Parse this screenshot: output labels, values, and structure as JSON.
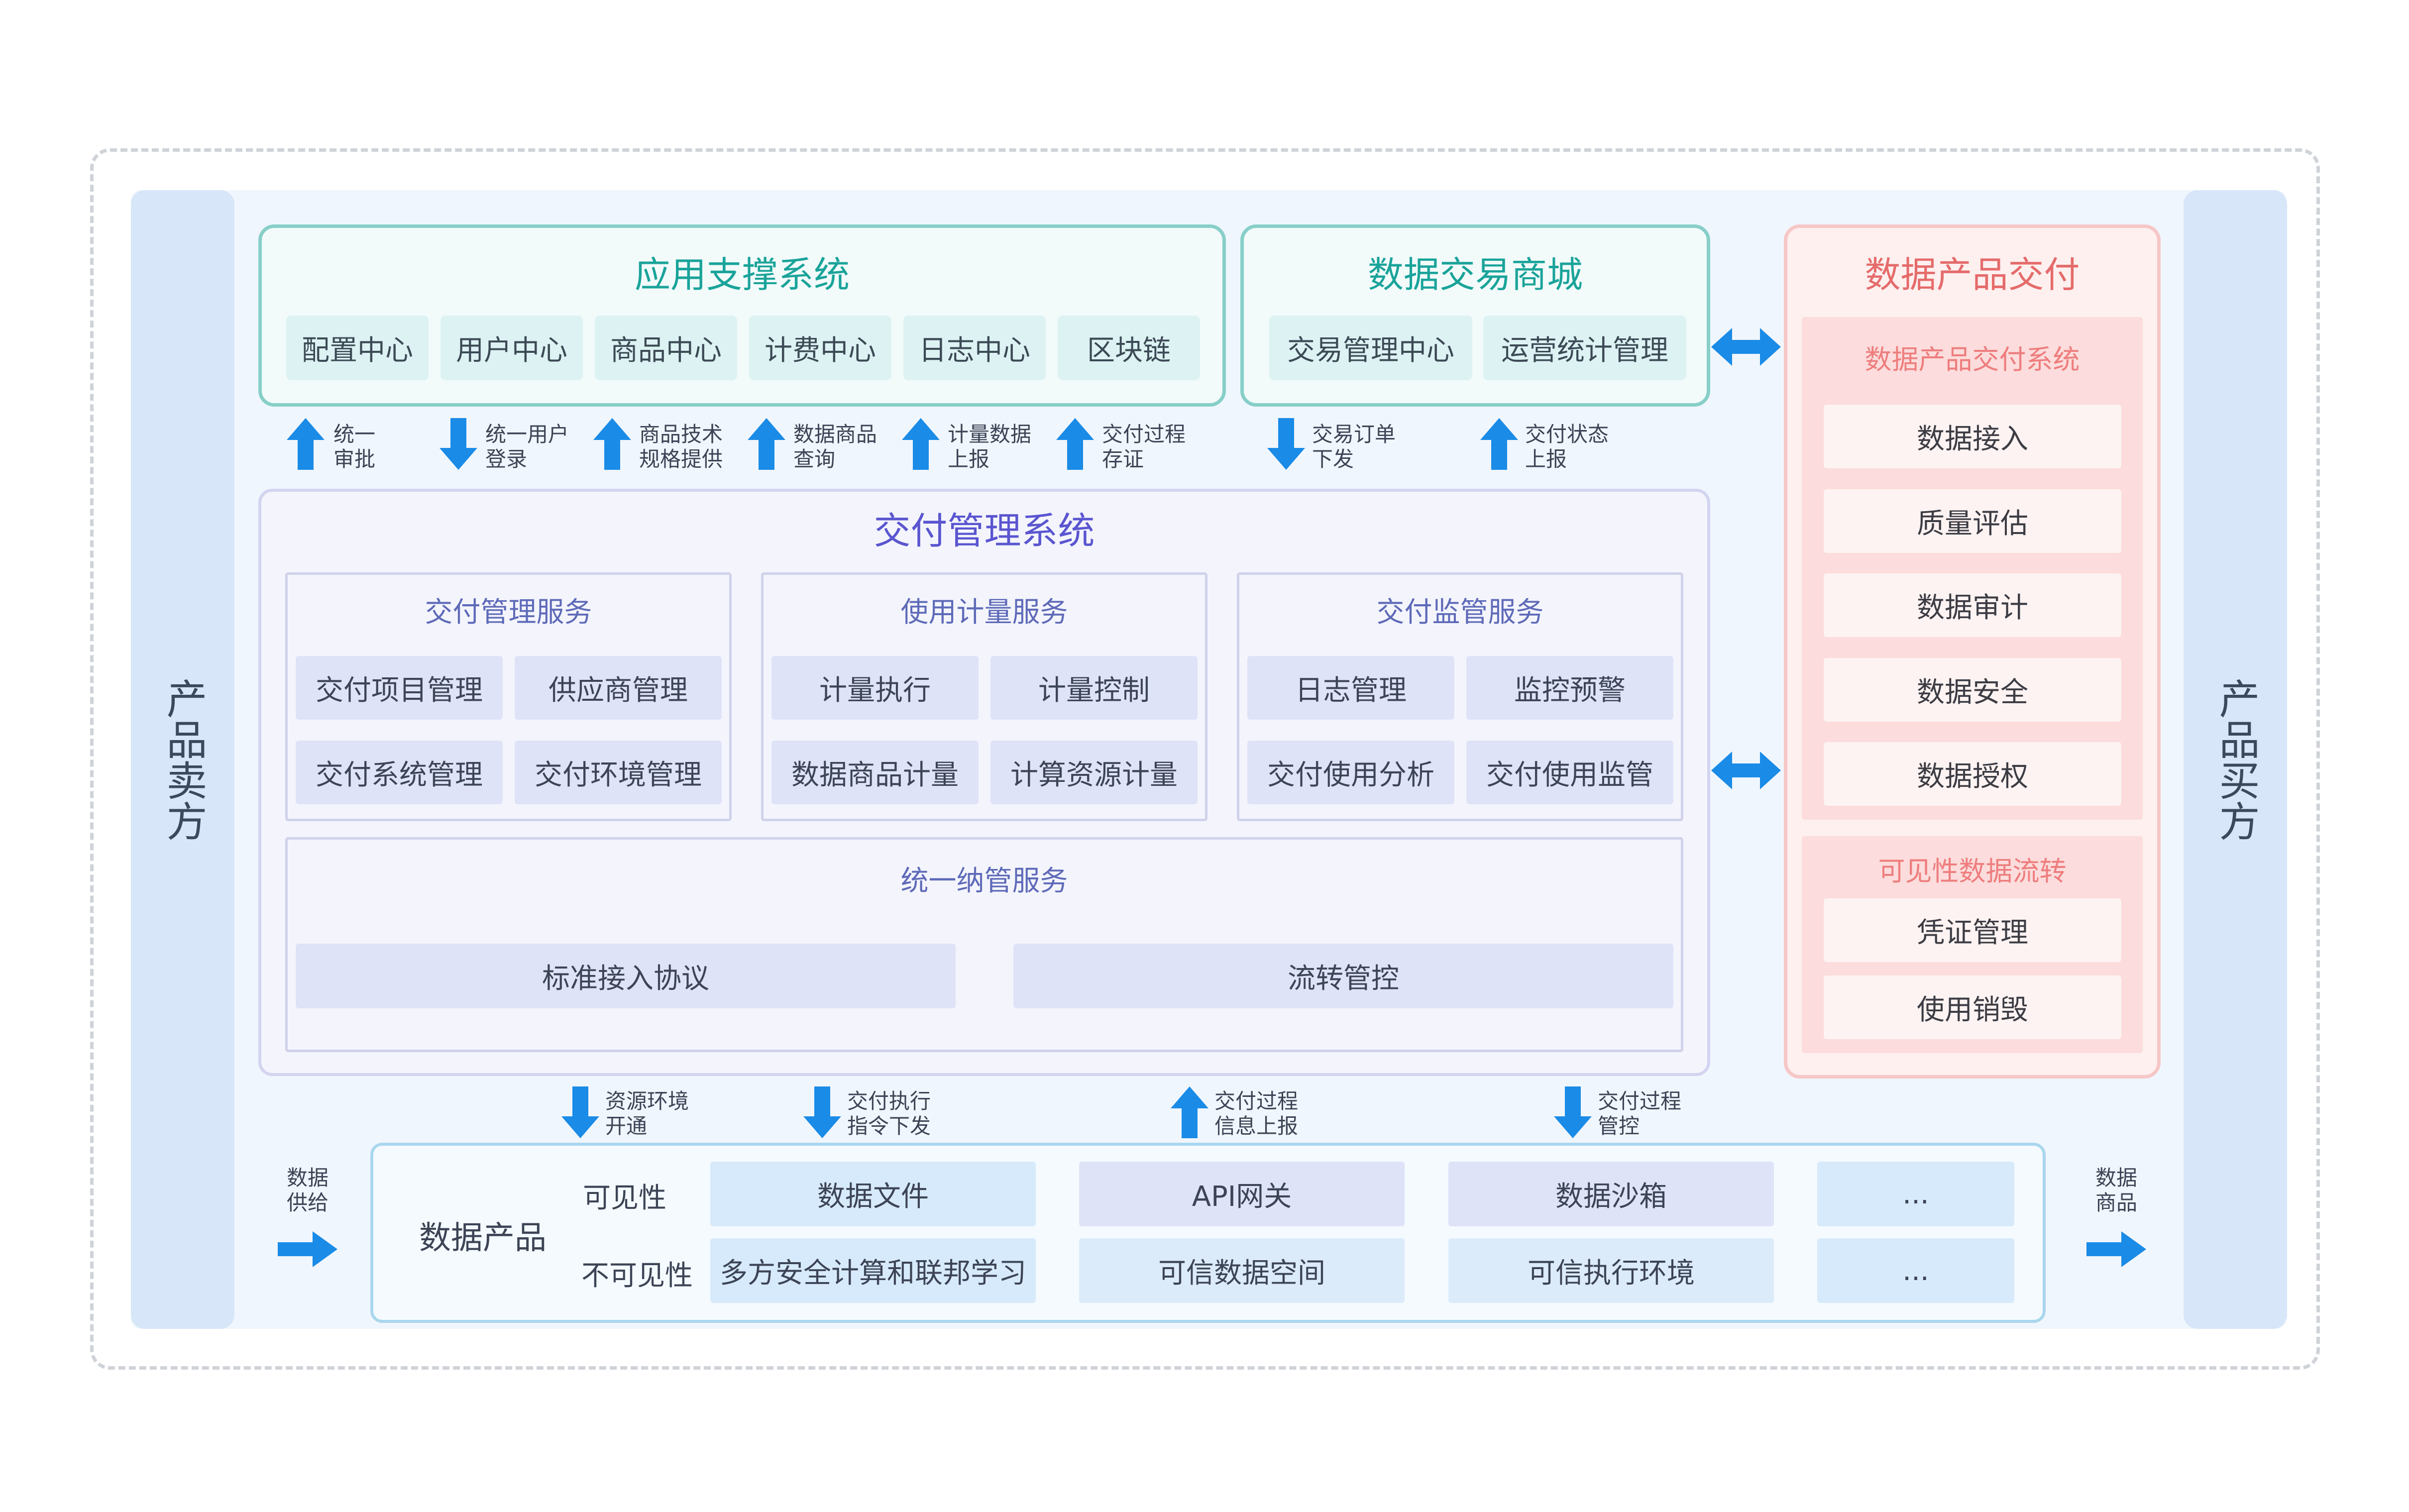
{
  "colors": {
    "arrow": "#1a8be6",
    "green": "#1aa39a",
    "purple": "#5a55d0",
    "pink": "#e56b6b"
  },
  "seller": {
    "label": "产品卖方"
  },
  "buyer": {
    "label": "产品买方"
  },
  "app_support": {
    "title": "应用支撑系统",
    "items": [
      "配置中心",
      "用户中心",
      "商品中心",
      "计费中心",
      "日志中心",
      "区块链"
    ]
  },
  "data_mall": {
    "title": "数据交易商城",
    "items": [
      "交易管理中心",
      "运营统计管理"
    ]
  },
  "top_arrows": [
    {
      "dir": "up",
      "line1": "统一",
      "line2": "审批"
    },
    {
      "dir": "down",
      "line1": "统一用户",
      "line2": "登录"
    },
    {
      "dir": "up",
      "line1": "商品技术",
      "line2": "规格提供"
    },
    {
      "dir": "up",
      "line1": "数据商品",
      "line2": "查询"
    },
    {
      "dir": "up",
      "line1": "计量数据",
      "line2": "上报"
    },
    {
      "dir": "up",
      "line1": "交付过程",
      "line2": "存证"
    },
    {
      "dir": "down",
      "line1": "交易订单",
      "line2": "下发"
    },
    {
      "dir": "up",
      "line1": "交付状态",
      "line2": "上报"
    }
  ],
  "delivery_system": {
    "title": "交付管理系统",
    "services": [
      {
        "title": "交付管理服务",
        "items": [
          "交付项目管理",
          "供应商管理",
          "交付系统管理",
          "交付环境管理"
        ]
      },
      {
        "title": "使用计量服务",
        "items": [
          "计量执行",
          "计量控制",
          "数据商品计量",
          "计算资源计量"
        ]
      },
      {
        "title": "交付监管服务",
        "items": [
          "日志管理",
          "监控预警",
          "交付使用分析",
          "交付使用监管"
        ]
      }
    ],
    "unified": {
      "title": "统一纳管服务",
      "items": [
        "标准接入协议",
        "流转管控"
      ]
    }
  },
  "product_delivery": {
    "title": "数据产品交付",
    "system": {
      "title": "数据产品交付系统",
      "items": [
        "数据接入",
        "质量评估",
        "数据审计",
        "数据安全",
        "数据授权"
      ]
    },
    "visibility": {
      "title": "可见性数据流转",
      "items": [
        "凭证管理",
        "使用销毁"
      ]
    }
  },
  "bottom_arrows": [
    {
      "dir": "down",
      "line1": "资源环境",
      "line2": "开通"
    },
    {
      "dir": "down",
      "line1": "交付执行",
      "line2": "指令下发"
    },
    {
      "dir": "up",
      "line1": "交付过程",
      "line2": "信息上报"
    },
    {
      "dir": "down",
      "line1": "交付过程",
      "line2": "管控"
    }
  ],
  "data_product": {
    "title": "数据产品",
    "visible_label": "可见性",
    "invisible_label": "不可见性",
    "visible_items": [
      "数据文件",
      "API网关",
      "数据沙箱",
      "..."
    ],
    "invisible_items": [
      "多方安全计算和联邦学习",
      "可信数据空间",
      "可信执行环境",
      "..."
    ]
  },
  "supply_label": {
    "line1": "数据",
    "line2": "供给"
  },
  "goods_label": {
    "line1": "数据",
    "line2": "商品"
  }
}
